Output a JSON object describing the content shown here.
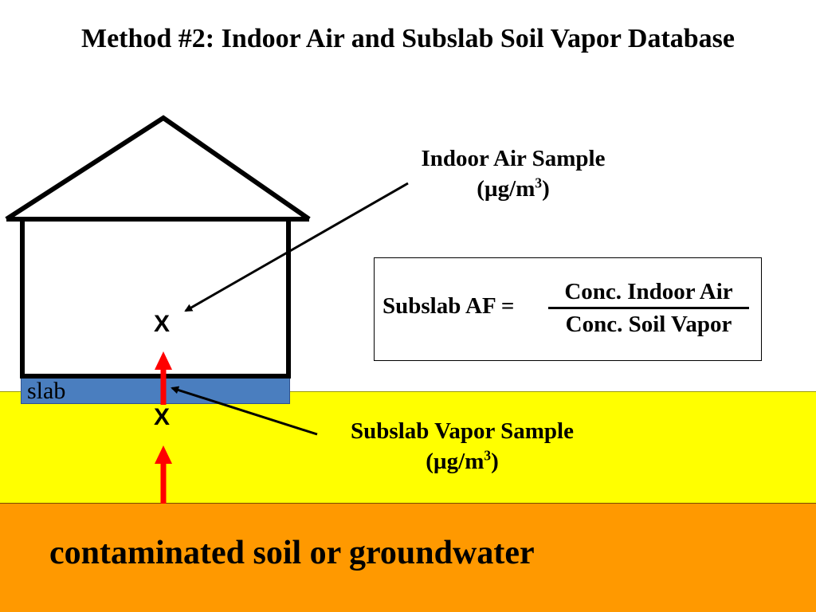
{
  "title": "Method #2: Indoor Air and Subslab Soil Vapor Database",
  "layers": {
    "slab_label": "slab",
    "contaminated_label": "contaminated soil or groundwater",
    "soil_color": "#ffff00",
    "contaminated_color": "#ff9900",
    "slab_color": "#4a7ebf"
  },
  "markers": {
    "indoor_x": "X",
    "subslab_x": "X"
  },
  "indoor_sample": {
    "line1": "Indoor Air Sample",
    "unit_prefix": "(µg/m",
    "unit_exp": "3",
    "unit_suffix": ")"
  },
  "subslab_sample": {
    "line1": "Subslab Vapor Sample",
    "unit_prefix": "(µg/m",
    "unit_exp": "3",
    "unit_suffix": ")"
  },
  "formula": {
    "lhs": "Subslab AF =",
    "numerator": "Conc. Indoor Air",
    "denominator": "Conc. Soil Vapor"
  },
  "colors": {
    "arrow_red": "#ff0000",
    "pointer_black": "#000000"
  }
}
